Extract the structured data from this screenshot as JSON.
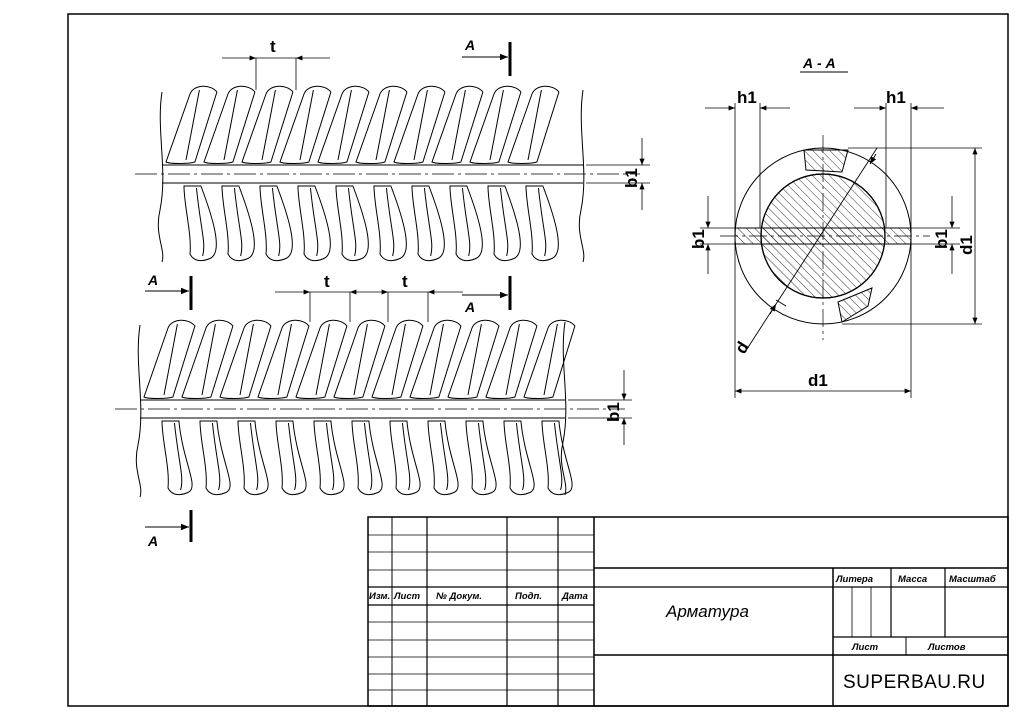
{
  "labels": {
    "pitch": "t",
    "rib_width": "b1",
    "rib_height": "h1",
    "outer_diameter": "d1",
    "core_diameter": "d",
    "section_mark": "A",
    "section_title": "А - А"
  },
  "title_block": {
    "headers": [
      "Изм.",
      "Лист",
      "№ Докум.",
      "Подп.",
      "Дата"
    ],
    "title": "Арматура",
    "litera": "Литера",
    "mass": "Масса",
    "scale": "Масштаб",
    "sheet": "Лист",
    "sheets": "Листов",
    "site": "SUPERBAU.RU"
  }
}
